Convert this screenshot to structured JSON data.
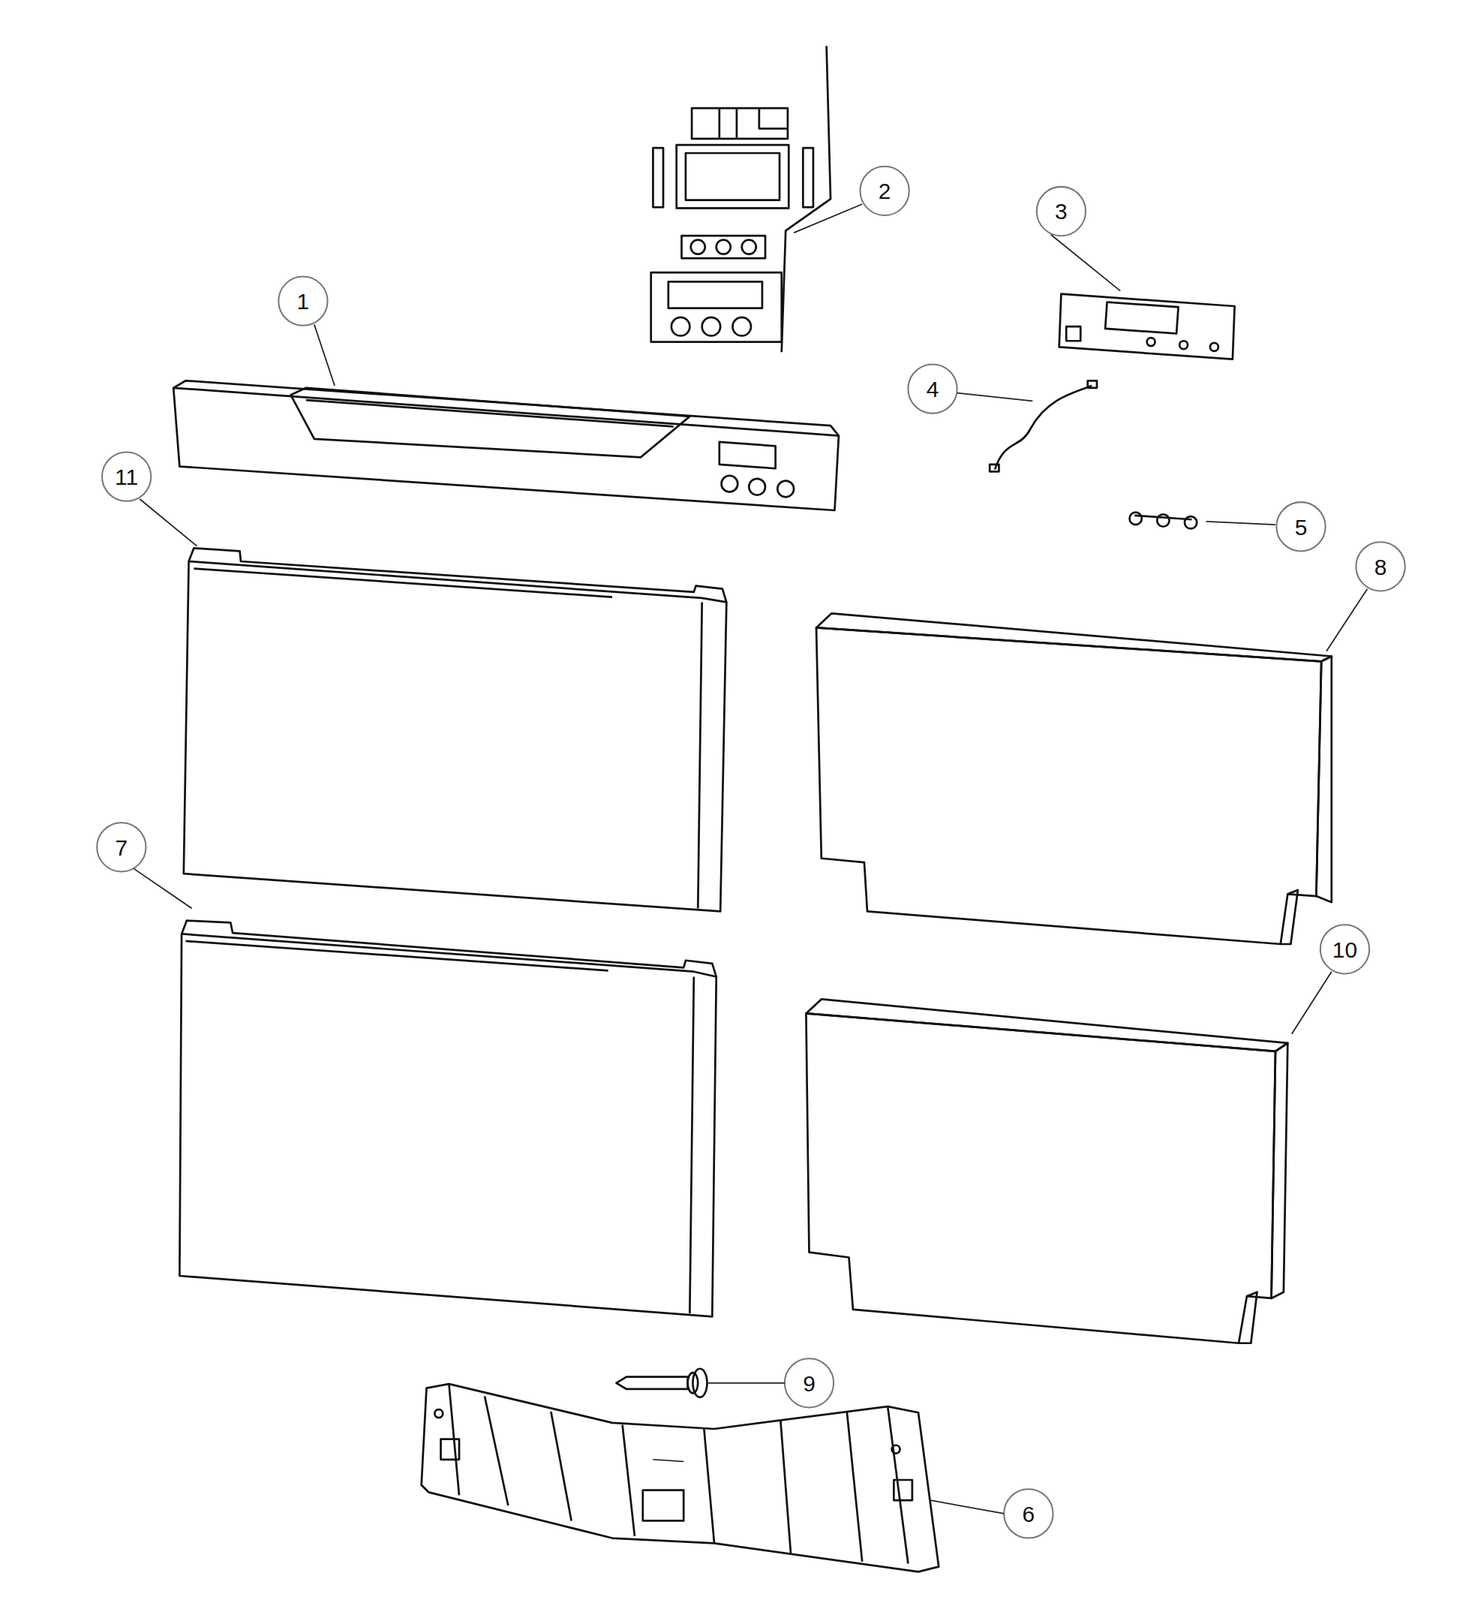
{
  "diagram": {
    "labels": [
      "2",
      "3",
      "1",
      "4",
      "11",
      "5",
      "8",
      "7",
      "10",
      "9",
      "6"
    ]
  }
}
